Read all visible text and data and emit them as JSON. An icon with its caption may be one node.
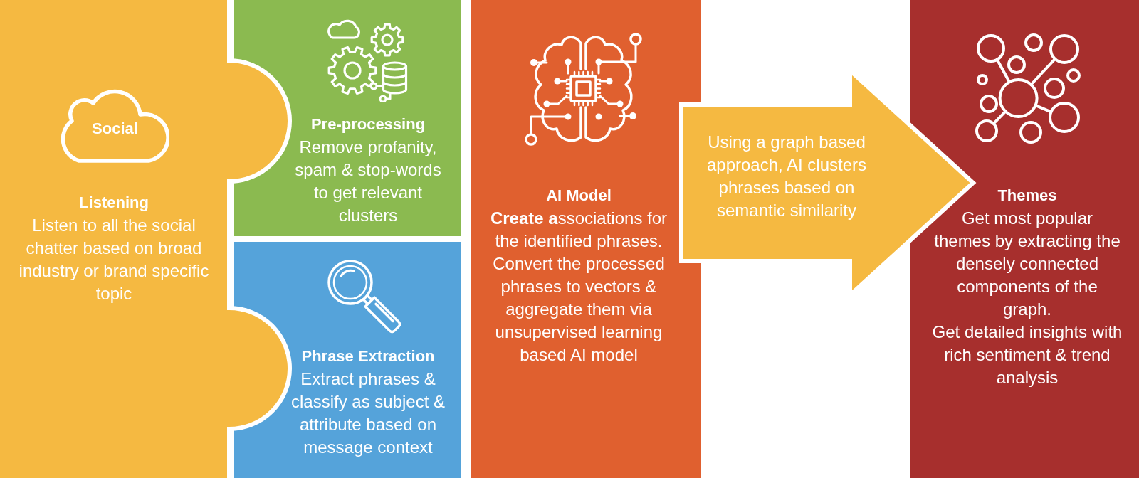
{
  "diagram": {
    "nodes": [
      {
        "text": [
          "Listening",
          "Listen to all the social chatter based on broad industry or brand specific topic"
        ]
      },
      {
        "text": [
          "Social"
        ],
        "in": 0
      },
      {
        "text": [
          "Pre-processing",
          "Remove profanity, spam & stop-words to get relevant clusters"
        ]
      },
      {
        "text": [
          "Phrase Extraction",
          "Extract phrases & classify as subject & attribute based on message context"
        ]
      },
      {
        "text": [
          "AI Model",
          "**Create a**ssociations for the identified phrases. Convert the processed phrases to vectors & aggregate them via unsupervised learning based AI model"
        ]
      },
      {
        "text": [
          "Themes",
          "Get most popular themes by extracting the densely connected components of the graph.",
          "Get detailed insights with rich sentiment & trend analysis"
        ]
      }
    ],
    "edges": [
      {
        "from": 4,
        "to": 5,
        "arrow": "to",
        "label": "Using a graph based approach, AI clusters phrases based on semantic similarity"
      }
    ]
  }
}
